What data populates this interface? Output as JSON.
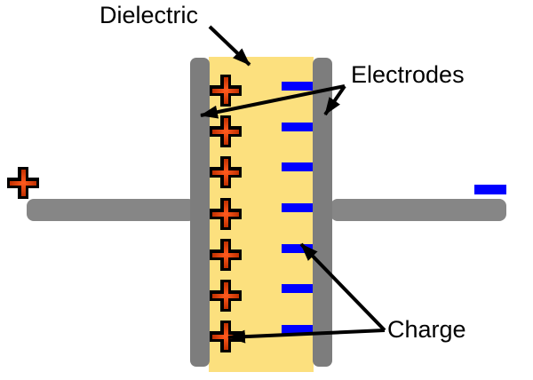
{
  "diagram": {
    "labels": {
      "dielectric": "Dielectric",
      "electrodes": "Electrodes",
      "charge": "Charge"
    },
    "charges": {
      "positive_count": 7,
      "negative_count": 7,
      "positive_icon": "plus-icon",
      "negative_icon": "minus-icon"
    },
    "terminals": {
      "left_terminal_icon": "plus-icon",
      "right_terminal_icon": "minus-icon"
    },
    "colors": {
      "background": "#FFFFFF",
      "dielectric_fill": "#FCE07E",
      "electrode_gray": "#7D7D7D",
      "lead_gray": "#868686",
      "negative_blue": "#0000FF",
      "positive_red_bright": "#FF5A1E",
      "positive_red_dark": "#C23000",
      "outline_black": "#000000",
      "label_text": "#000000"
    }
  }
}
